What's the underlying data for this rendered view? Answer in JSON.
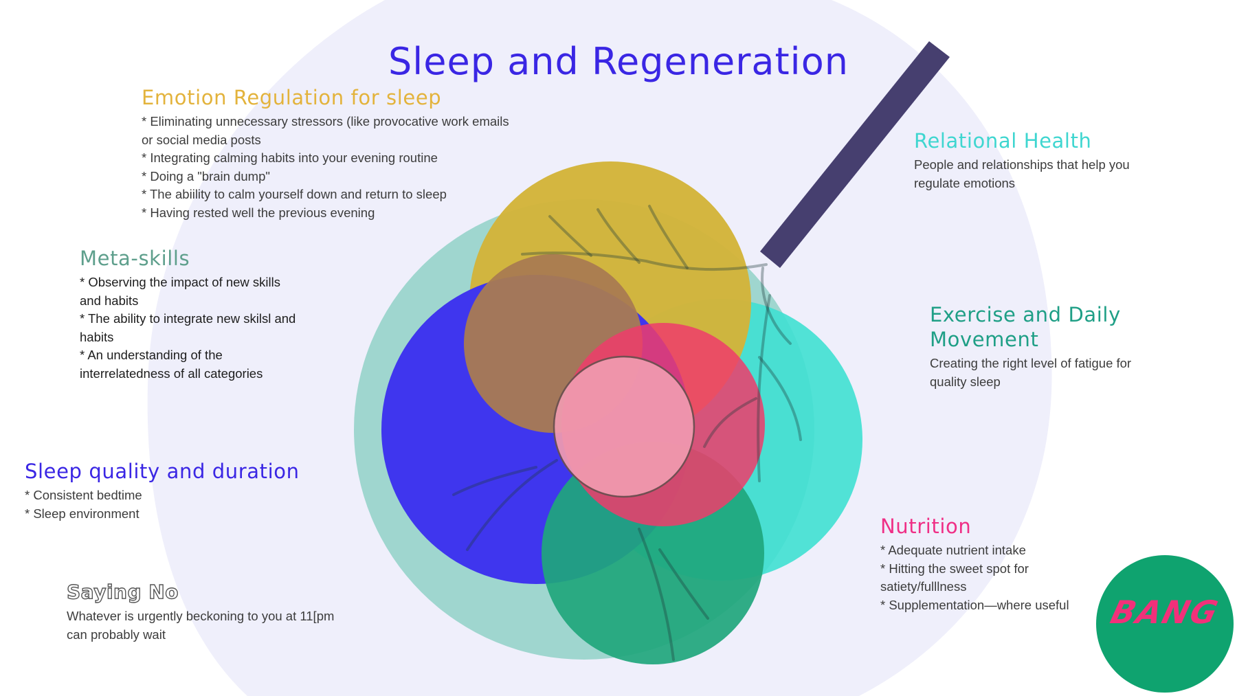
{
  "title": "Sleep and Regeneration",
  "emotion_regulation": {
    "heading": "Emotion Regulation for sleep",
    "lines": [
      "* Eliminating unnecessary stressors  (like provocative work emails",
      "or social media posts",
      "* Integrating calming habits into your evening routine",
      "* Doing a \"brain dump\"",
      "* The abiility to calm yourself down and return to sleep",
      "* Having rested well the previous evening"
    ],
    "color": "#e3b33c"
  },
  "meta_skills": {
    "heading": "Meta-skills",
    "lines": [
      "* Observing the impact of new skills",
      "and habits",
      "* The ability to integrate new skilsl and",
      "habits",
      "* An understanding of the",
      "interrelatedness of all categories"
    ],
    "color": "#5e9f8c"
  },
  "sleep_quality": {
    "heading": "Sleep quality and duration",
    "lines": [
      "* Consistent bedtime",
      "* Sleep environment"
    ],
    "color": "#3a26e4"
  },
  "saying_no": {
    "heading": "Saying No",
    "lines": [
      "Whatever is urgently beckoning to you at 11[pm",
      "can probably wait"
    ]
  },
  "relational_health": {
    "heading": "Relational Health",
    "lines": [
      "People and relationships that help you",
      "regulate emotions"
    ],
    "color": "#3fd6d0"
  },
  "exercise": {
    "heading_line1": "Exercise and Daily",
    "heading_line2": "Movement",
    "lines": [
      "Creating the right level of fatigue for",
      "quality sleep"
    ],
    "color": "#1f9f86"
  },
  "nutrition": {
    "heading": "Nutrition",
    "lines": [
      "* Adequate nutrient intake",
      "* Hitting the sweet spot for",
      "satiety/fulllness",
      "* Supplementation—where useful"
    ],
    "color": "#ef2f86"
  },
  "logo": {
    "text": "BANG",
    "background": "#0fa36f",
    "text_color": "#f2307a"
  },
  "palette": {
    "background_blob": "#efeffb",
    "outer_circle": "#9fd6cf",
    "gold_leaf": "#d4b63c",
    "brown_leaf": "#a97b51",
    "blue_leaf": "#3f36ee",
    "teal_leaf": "#3ddac6",
    "green_leaf": "#23a57c",
    "red_leaf": "#ee3c6b",
    "center_circle": "#f19bb0",
    "stem": "#463f6f"
  }
}
